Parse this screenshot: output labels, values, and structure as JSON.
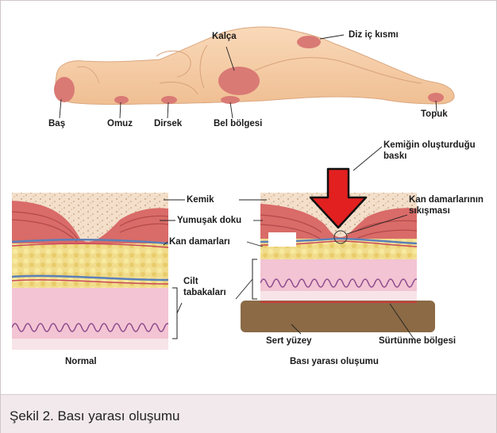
{
  "body_labels": {
    "hip": "Kalça",
    "inner_knee": "Diz iç kısmı",
    "head": "Baş",
    "shoulder": "Omuz",
    "elbow": "Dirsek",
    "lower_back": "Bel bölgesi",
    "heel": "Topuk"
  },
  "cross_section_labels": {
    "bone": "Kemik",
    "soft_tissue": "Yumuşak doku",
    "blood_vessels": "Kan damarları",
    "skin_layers": "Cilt tabakaları",
    "bone_pressure": "Kemiğin oluşturduğu baskı",
    "vessel_compression": "Kan damarlarının sıkışması",
    "hard_surface": "Sert yüzey",
    "friction_zone": "Sürtünme bölgesi",
    "normal": "Normal",
    "ulcer_formation": "Bası yarası oluşumu"
  },
  "colors": {
    "skin": "#f6d2ac",
    "pressure_area": "#d97a75",
    "bone": "#f2dcc5",
    "soft_tissue": "#d96b68",
    "fat": "#f3dd86",
    "dermis": "#f3c4d3",
    "surface": "#8b6a45",
    "arrow": "#e32020",
    "caption_bg": "#f1e9eb"
  },
  "caption": "Şekil 2. Bası yarası oluşumu"
}
